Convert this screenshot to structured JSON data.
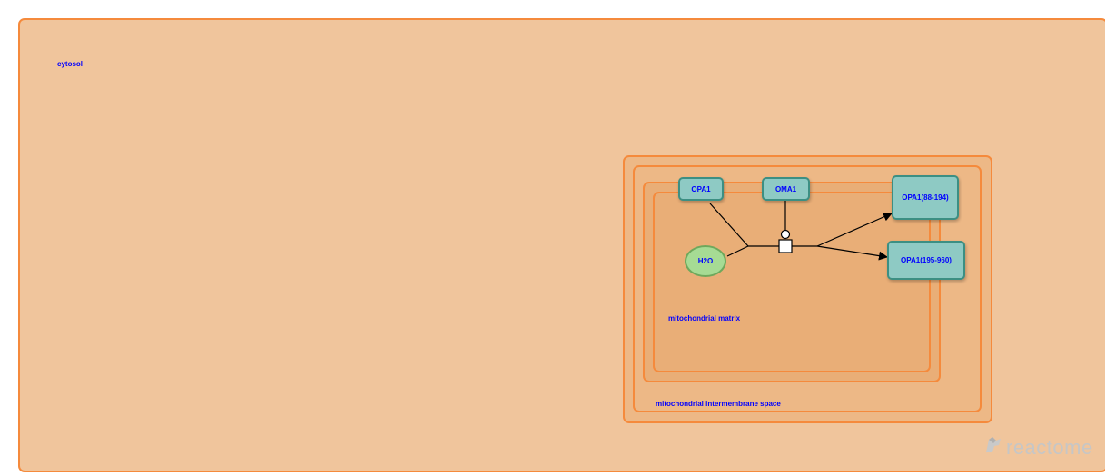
{
  "colors": {
    "cytosol_fill": "#f0c59c",
    "intermembrane_fill": "#edb886",
    "matrix_fill": "#e9ae77",
    "compartment_border": "#f58a3c",
    "protein_fill": "#8ecac4",
    "chemical_fill": "#a6db94",
    "label_text": "#0000ff"
  },
  "compartments": {
    "cytosol": {
      "label": "cytosol"
    },
    "intermembrane": {
      "label": "mitochondrial intermembrane space"
    },
    "matrix": {
      "label": "mitochondrial matrix"
    }
  },
  "entities": {
    "opa1": {
      "label": "OPA1",
      "type": "protein"
    },
    "oma1": {
      "label": "OMA1",
      "type": "protein"
    },
    "h2o": {
      "label": "H2O",
      "type": "chemical"
    },
    "opa1_88_194": {
      "label": "OPA1(88-194)",
      "type": "protein"
    },
    "opa1_195_960": {
      "label": "OPA1(195-960)",
      "type": "protein"
    }
  },
  "reaction": {
    "inputs": [
      "OPA1",
      "H2O"
    ],
    "catalyst": "OMA1",
    "outputs": [
      "OPA1(88-194)",
      "OPA1(195-960)"
    ]
  },
  "logo": {
    "text": "reactome",
    "icon": "reactome-logo-icon"
  }
}
